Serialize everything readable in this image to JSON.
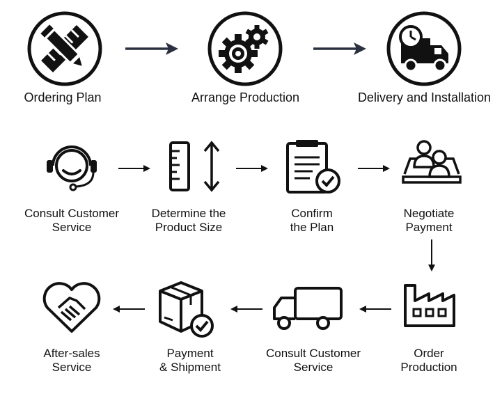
{
  "top_row": [
    {
      "label": "Ordering Plan",
      "icon": "pencil-ruler-icon"
    },
    {
      "label": "Arrange Production",
      "icon": "gears-icon"
    },
    {
      "label": "Delivery and Installation",
      "icon": "delivery-truck-clock-icon"
    }
  ],
  "process": [
    {
      "label": "Consult Customer\nService",
      "icon": "headset-icon"
    },
    {
      "label": "Determine the\nProduct Size",
      "icon": "ruler-measure-icon"
    },
    {
      "label": "Confirm\nthe Plan",
      "icon": "clipboard-check-icon"
    },
    {
      "label": "Negotiate\nPayment",
      "icon": "people-meeting-icon"
    },
    {
      "label": "Order\nProduction",
      "icon": "factory-icon"
    },
    {
      "label": "Consult Customer\nService",
      "icon": "truck-icon"
    },
    {
      "label": "Payment\n& Shipment",
      "icon": "box-check-icon"
    },
    {
      "label": "After-sales\nService",
      "icon": "heart-handshake-icon"
    }
  ],
  "colors": {
    "arrow": "#2b3140",
    "stroke": "#111111"
  }
}
